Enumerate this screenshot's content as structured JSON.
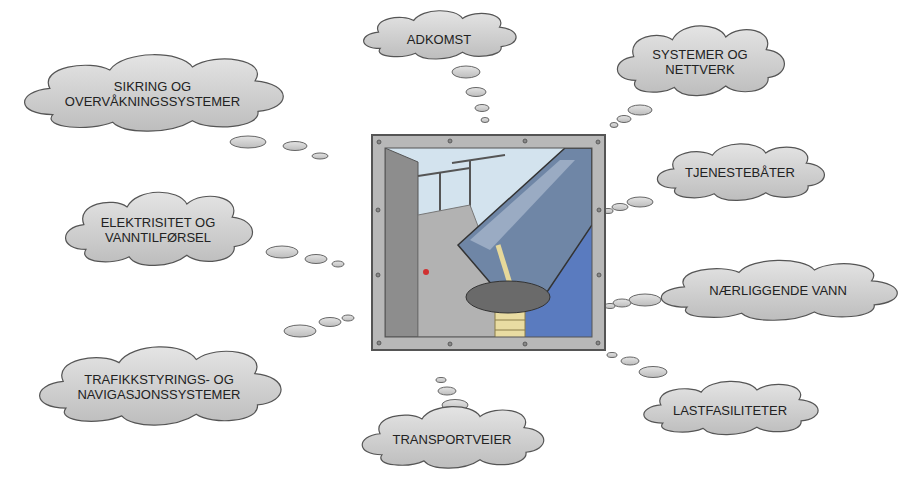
{
  "diagram": {
    "nodes": [
      {
        "text": [
          "ADKOMST"
        ]
      },
      {
        "text": [
          "SIKRING OG OVERVÅKNINGSSYSTEMER"
        ]
      },
      {
        "text": [
          "SYSTEMER OG NETTVERK"
        ]
      },
      {
        "text": [
          "TJENESTEBÅTER"
        ]
      },
      {
        "text": [
          "ELEKTRISITET OG VANNTILFØRSEL"
        ]
      },
      {
        "text": [
          "NÆRLIGGENDE VANN"
        ]
      },
      {
        "text": [
          "TRAFIKKSTYRINGS- OG NAVIGASJONSSYSTEMER"
        ]
      },
      {
        "text": [
          "LASTFASILITETER"
        ]
      },
      {
        "text": [
          "TRANSPORTVEIER"
        ]
      }
    ]
  }
}
